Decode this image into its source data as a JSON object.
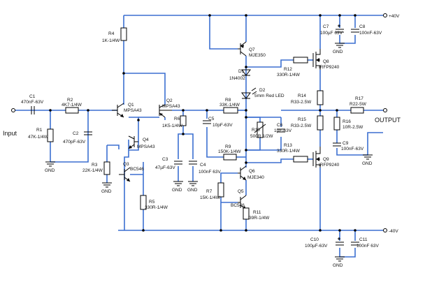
{
  "rails": {
    "pos": "+40V",
    "neg": "-40V"
  },
  "io": {
    "input": "Input",
    "output": "OUTPUT"
  },
  "gnd": "GND",
  "parts": {
    "c1": {
      "ref": "C1",
      "val": "470nF-63V"
    },
    "r1": {
      "ref": "R1",
      "val": "47K-1/4W"
    },
    "r2": {
      "ref": "R2",
      "val": "4K7-1/4W"
    },
    "c2": {
      "ref": "C2",
      "val": "470pF-63V"
    },
    "r4": {
      "ref": "R4",
      "val": "1K-1/4W"
    },
    "q1": {
      "ref": "Q1",
      "val": "MPSA43"
    },
    "q2": {
      "ref": "Q2",
      "val": "MPSA43"
    },
    "q4": {
      "ref": "Q4",
      "val": "MPSA43"
    },
    "q3": {
      "ref": "Q3",
      "val": "BC546"
    },
    "r3": {
      "ref": "R3",
      "val": "22K-1/4W"
    },
    "r5": {
      "ref": "R5",
      "val": "330R-1/4W"
    },
    "r6": {
      "ref": "R6",
      "val": "1K5-1/4W"
    },
    "c3": {
      "ref": "C3",
      "val": "47µF-63V"
    },
    "c4": {
      "ref": "C4",
      "val": "100nF 63V"
    },
    "c5": {
      "ref": "C5",
      "val": "10pF-63V"
    },
    "r8": {
      "ref": "R8",
      "val": "33K-1/4W"
    },
    "r9": {
      "ref": "R9",
      "val": "150K-1/4W"
    },
    "q7": {
      "ref": "Q7",
      "val": "MJE350"
    },
    "d1": {
      "ref": "D1",
      "val": "1N4002"
    },
    "d2": {
      "ref": "D2",
      "val": "5mm Red LED"
    },
    "r10": {
      "ref": "R10",
      "val": "500R 1/2W"
    },
    "c6": {
      "ref": "C6",
      "val": "1µF-63V"
    },
    "q6": {
      "ref": "Q6",
      "val": "MJE340"
    },
    "r7": {
      "ref": "R7",
      "val": "15K-1/4W"
    },
    "q5": {
      "ref": "Q5",
      "val": "BC546"
    },
    "r11": {
      "ref": "R11",
      "val": "39R-1/4W"
    },
    "r12": {
      "ref": "R12",
      "val": "330R-1/4W"
    },
    "r13": {
      "ref": "R13",
      "val": "330R-1/4W"
    },
    "q8": {
      "ref": "Q8",
      "val": "IRFP9240"
    },
    "q9": {
      "ref": "Q9",
      "val": "IRFP9240"
    },
    "r14": {
      "ref": "R14",
      "val": "R33-2.5W"
    },
    "r15": {
      "ref": "R15",
      "val": "R33-2.5W"
    },
    "r17": {
      "ref": "R17",
      "val": "R22-5W"
    },
    "r16": {
      "ref": "R16",
      "val": "10R-2.5W"
    },
    "c9": {
      "ref": "C9",
      "val": "100nF-63V"
    },
    "c7": {
      "ref": "C7",
      "val": "100µF 63V"
    },
    "c8": {
      "ref": "C8",
      "val": "100nF-63V"
    },
    "c10": {
      "ref": "C10",
      "val": "100µF-63V"
    },
    "c11": {
      "ref": "C11",
      "val": "100nF 63V"
    }
  }
}
